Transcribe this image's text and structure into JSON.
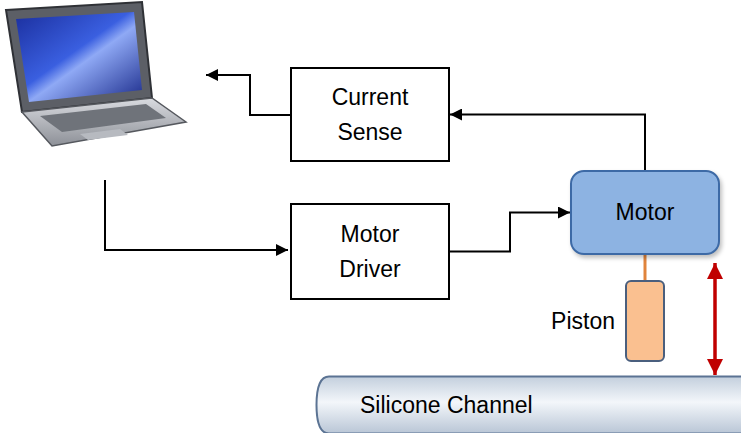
{
  "diagram": {
    "nodes": [
      {
        "text": [
          "Current Sense"
        ]
      },
      {
        "text": [
          "Motor Driver"
        ]
      },
      {
        "text": [
          "Motor"
        ]
      },
      {
        "text": [
          "Piston"
        ]
      },
      {
        "text": [
          "Silicone Channel"
        ]
      }
    ],
    "edges": [
      {
        "from": 2,
        "to": 0,
        "arrow": "to"
      },
      {
        "from": 1,
        "to": 2,
        "arrow": "to"
      },
      {
        "from": 2,
        "to": 3,
        "arrow": "none"
      },
      {
        "from": 2,
        "to": 4,
        "arrow": "both"
      }
    ]
  }
}
